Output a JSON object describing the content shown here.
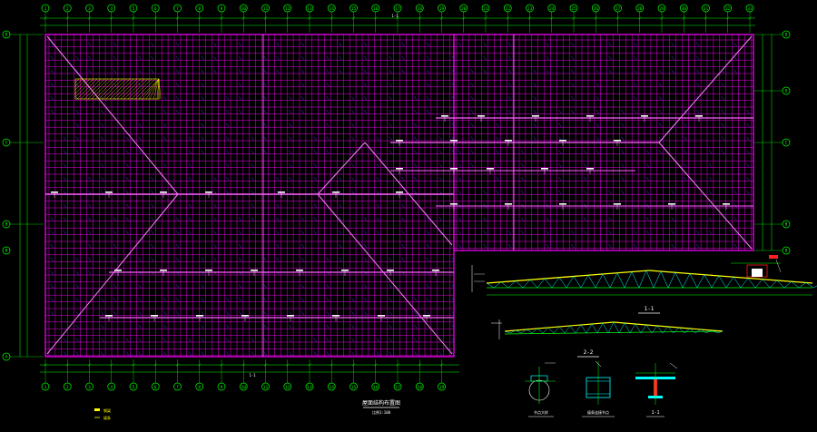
{
  "colors": {
    "background": "#000000",
    "grid_green": "#00ff00",
    "roof_magenta": "#ff00ff",
    "purlin_blue": "#4040ff",
    "truss_yellow": "#ffff00",
    "label_white": "#ffffff",
    "section_cyan": "#00ffff",
    "accent_red": "#ff2020",
    "hatch_yellow": "#ffff00"
  },
  "grid": {
    "col_count": 33,
    "row_labels": [
      "D",
      "C",
      "B",
      "A"
    ],
    "top_dim_1": "1-1",
    "bottom_dim": "1-1"
  },
  "titles": {
    "plan_caption": "屋面结构布置图",
    "plan_scale": "比例1:100",
    "section_1": "1-1",
    "section_2": "2-2",
    "detail_1": "节点大样",
    "detail_2": "檩条连接节点",
    "detail_3": "1-1"
  },
  "legend": {
    "item_1": "钢梁",
    "item_2": "檩条"
  }
}
